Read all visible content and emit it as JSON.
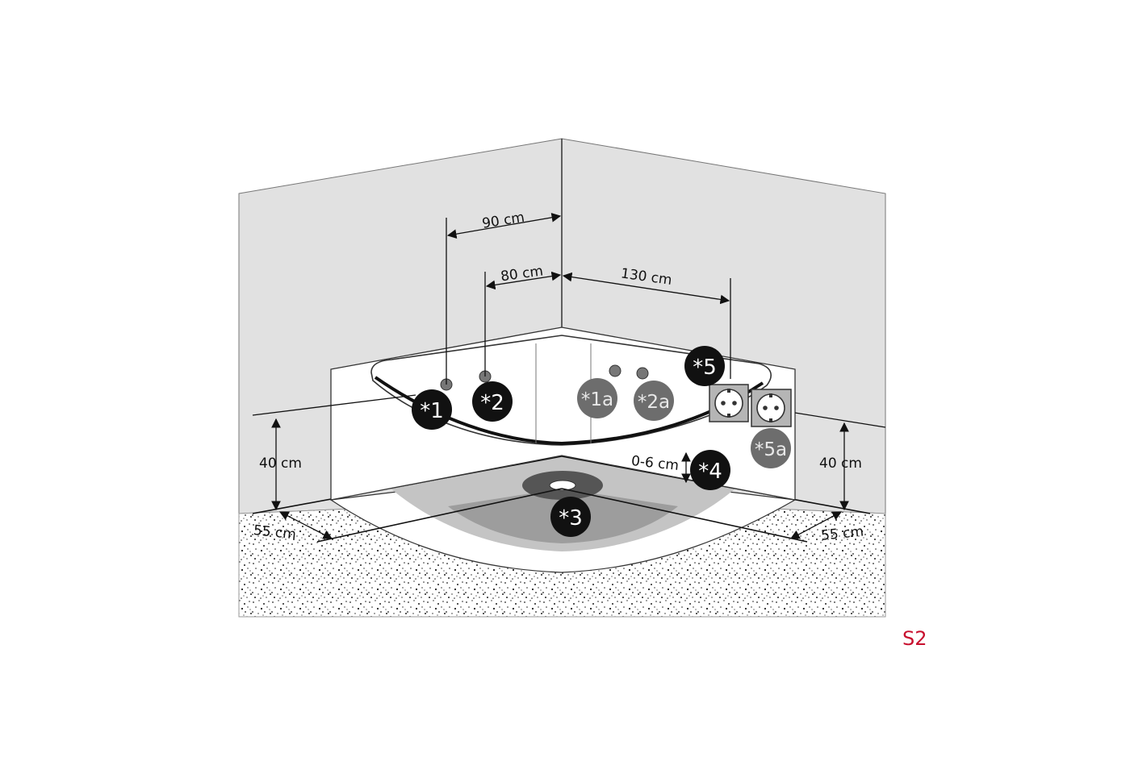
{
  "dimensions": {
    "d90": "90 cm",
    "d80": "80 cm",
    "d130": "130 cm",
    "d40_left": "40 cm",
    "d40_right": "40 cm",
    "d0_6": "0-6 cm",
    "d55_left": "55 cm",
    "d55_right": "55 cm"
  },
  "markers": {
    "m1": "*1",
    "m2": "*2",
    "m3": "*3",
    "m4": "*4",
    "m5": "*5",
    "m1a": "*1a",
    "m2a": "*2a",
    "m5a": "*5a"
  },
  "page_label": "S2",
  "colors": {
    "wall": "#e1e1e1",
    "marker_dark": "#111111",
    "marker_gray": "#6d6d6d",
    "floor_speckle": "#222222",
    "page_label": "#c8102e"
  }
}
